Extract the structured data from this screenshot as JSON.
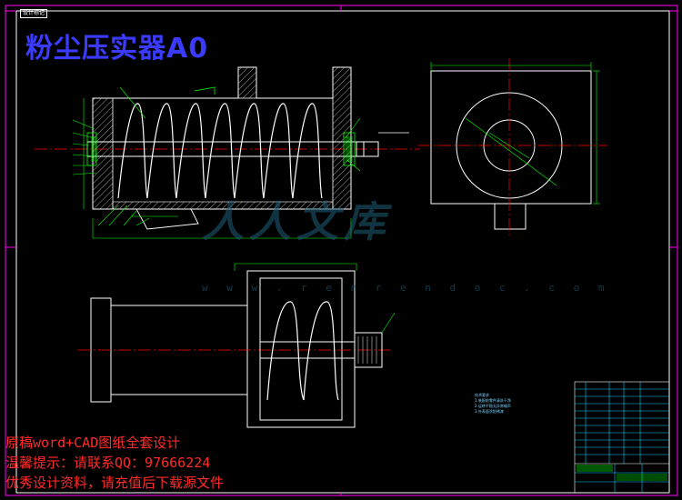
{
  "drawing": {
    "title": "粉尘压实器A0",
    "stamp": "设计标记"
  },
  "watermark": {
    "text": "人人文库",
    "url": "w w w . r e n r e n d o c . c o m"
  },
  "promo": {
    "line1": "原稿word+CAD图纸全套设计",
    "line2": "温馨提示：请联系QQ：97666224",
    "line3": "优秀设计资料，请充值后下载源文件"
  },
  "notes": {
    "heading": "技术要求",
    "lines": [
      "1.装配前零件清洗干净",
      "2.运转平稳无异常噪声",
      "3.外表面涂防锈漆"
    ]
  },
  "colors": {
    "background": "#000000",
    "frame": "#ff00ff",
    "outline": "#ffffff",
    "dimension": "#00ff00",
    "centerline": "#ff0000",
    "hatch": "#8a8a8a",
    "title_blue": "#3b3bff",
    "promo_red": "#ff2a2a",
    "table_cyan": "#00d0ff"
  }
}
